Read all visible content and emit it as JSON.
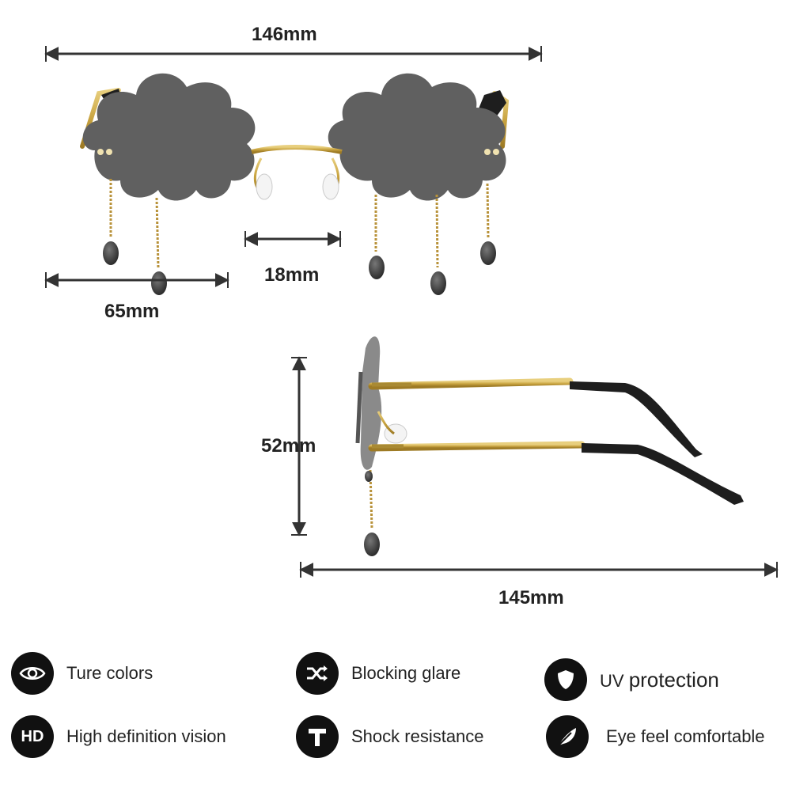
{
  "dimensions": {
    "total_width": "146mm",
    "bridge_width": "18mm",
    "lens_width": "65mm",
    "lens_height": "52mm",
    "temple_length": "145mm"
  },
  "features": [
    {
      "icon": "eye-icon",
      "label": "Ture colors"
    },
    {
      "icon": "shuffle-icon",
      "label": "Blocking glare"
    },
    {
      "icon": "shield-icon",
      "label_prefix": "UV",
      "label": "protection"
    },
    {
      "icon": "hd-icon",
      "icon_text": "HD",
      "label": "High definition vision"
    },
    {
      "icon": "hammer-icon",
      "label": "Shock resistance"
    },
    {
      "icon": "feather-icon",
      "label": "Eye feel comfortable"
    }
  ],
  "colors": {
    "lens": "#5f5f5f",
    "frame_gold": "#c9a441",
    "tip_black": "#1e1e1e",
    "arrow": "#333333",
    "badge": "#111111"
  }
}
